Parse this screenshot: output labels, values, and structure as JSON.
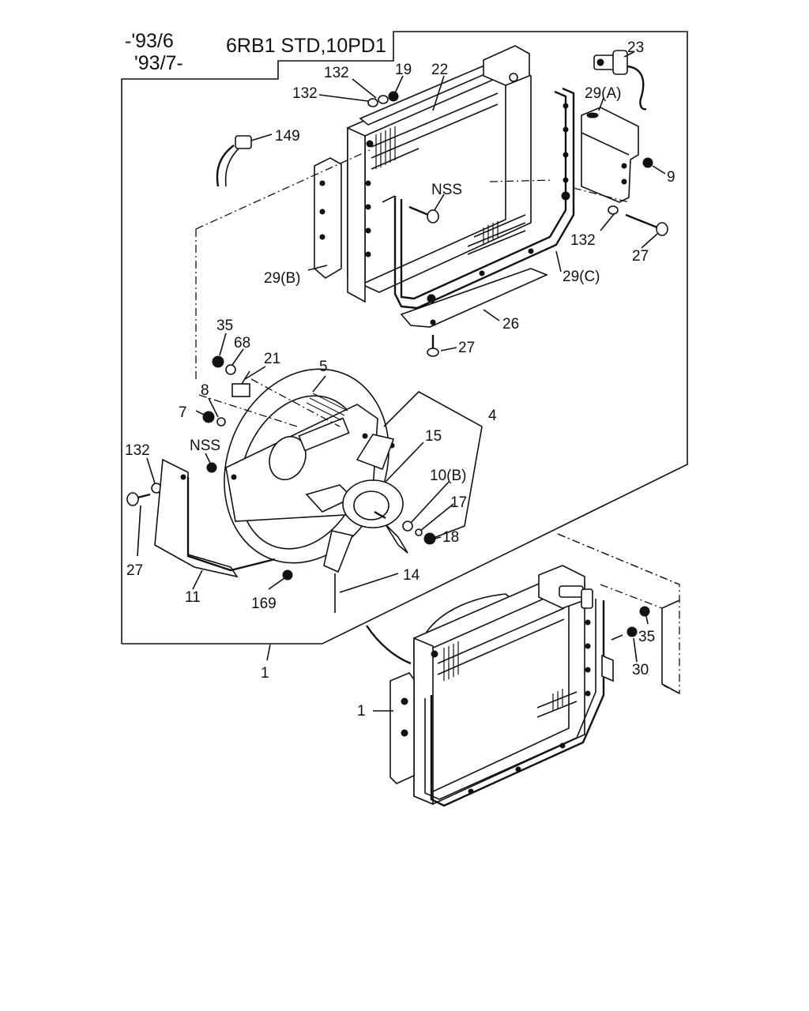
{
  "header": {
    "line1": "-'93/6",
    "line2": "'93/7-",
    "model": "6RB1 STD,10PD1"
  },
  "callouts": [
    "23",
    "19",
    "22",
    "132",
    "132",
    "29(A)",
    "149",
    "9",
    "NSS",
    "132",
    "27",
    "29(B)",
    "29(C)",
    "26",
    "27",
    "35",
    "68",
    "21",
    "5",
    "8",
    "7",
    "4",
    "15",
    "NSS",
    "10(B)",
    "132",
    "17",
    "18",
    "27",
    "14",
    "11",
    "169",
    "1",
    "35",
    "30",
    "1"
  ],
  "colors": {
    "ink": "#111111",
    "paper": "#ffffff"
  }
}
